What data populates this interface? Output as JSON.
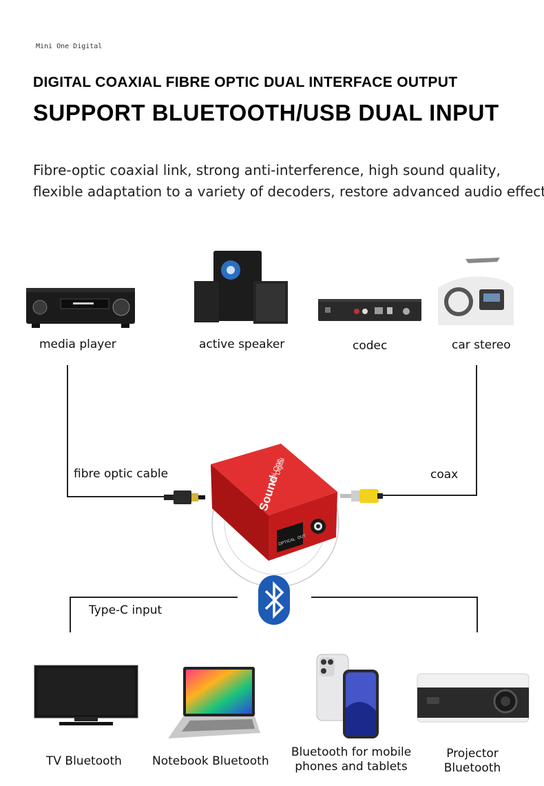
{
  "header": {
    "product_name": "Mini One Digital",
    "headline_1": "DIGITAL COAXIAL FIBRE OPTIC DUAL INTERFACE OUTPUT",
    "headline_2": "SUPPORT BLUETOOTH/USB DUAL INPUT",
    "description_line_1": "Fibre-optic coaxial link, strong anti-interference, high sound quality,",
    "description_line_2": "flexible adaptation to a variety of decoders, restore advanced audio effects"
  },
  "outputs": [
    {
      "label": "media player",
      "icon": "media-player-icon"
    },
    {
      "label": "active speaker",
      "icon": "speaker-icon"
    },
    {
      "label": "codec",
      "icon": "codec-icon"
    },
    {
      "label": "car stereo",
      "icon": "car-stereo-icon"
    }
  ],
  "connections": {
    "left": "fibre optic cable",
    "right": "coax",
    "input": "Type-C input"
  },
  "device": {
    "brand": "Sound",
    "model_line_1": "Mini One",
    "model_line_2": "Digital",
    "port_label_optical": "OPTICAL",
    "port_label_out": "OUT",
    "color": "#d81e1e"
  },
  "sources": [
    {
      "label": "TV Bluetooth",
      "icon": "tv-icon"
    },
    {
      "label": "Notebook Bluetooth",
      "icon": "laptop-icon"
    },
    {
      "label_line_1": "Bluetooth for mobile",
      "label_line_2": "phones and tablets",
      "icon": "phone-icon"
    },
    {
      "label_line_1": "Projector",
      "label_line_2": "Bluetooth",
      "icon": "projector-icon"
    }
  ],
  "colors": {
    "bluetooth_blue": "#1d5bb5",
    "rca_yellow": "#f2d21b"
  }
}
